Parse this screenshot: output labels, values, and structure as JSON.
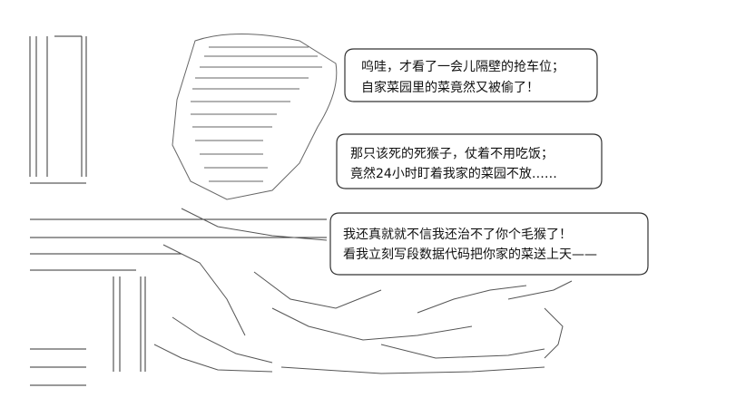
{
  "bubbles": [
    {
      "lines": [
        "呜哇，才看了一会儿隔壁的抢车位；",
        "自家菜园里的菜竟然又被偷了！"
      ]
    },
    {
      "lines": [
        "那只该死的死猴子，仗着不用吃饭；",
        "竟然24小时盯着我家的菜园不放……"
      ]
    },
    {
      "lines": [
        "我还真就就不信我还治不了你个毛猴了！",
        "看我立刻写段数据代码把你家的菜送上天——"
      ]
    }
  ],
  "colors": {
    "line": "#333333",
    "background": "#ffffff"
  }
}
